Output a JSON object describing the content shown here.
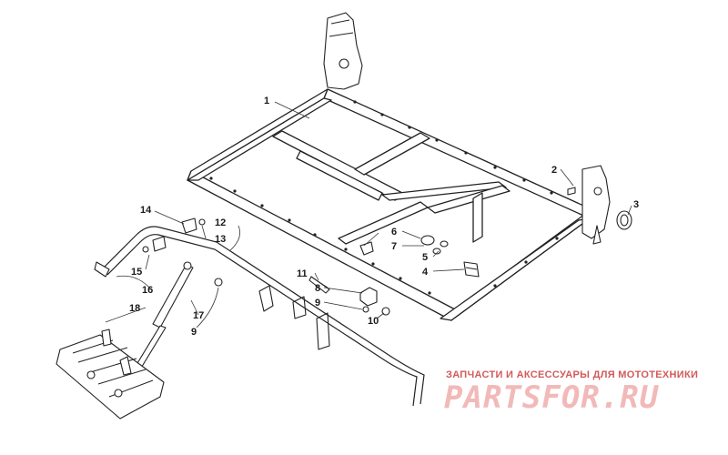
{
  "callouts": [
    {
      "id": "1",
      "label": "1"
    },
    {
      "id": "2",
      "label": "2"
    },
    {
      "id": "3",
      "label": "3"
    },
    {
      "id": "4",
      "label": "4"
    },
    {
      "id": "5",
      "label": "5"
    },
    {
      "id": "6",
      "label": "6"
    },
    {
      "id": "7",
      "label": "7"
    },
    {
      "id": "8",
      "label": "8"
    },
    {
      "id": "9a",
      "label": "9"
    },
    {
      "id": "9b",
      "label": "9"
    },
    {
      "id": "10",
      "label": "10"
    },
    {
      "id": "11",
      "label": "11"
    },
    {
      "id": "12",
      "label": "12"
    },
    {
      "id": "13",
      "label": "13"
    },
    {
      "id": "14",
      "label": "14"
    },
    {
      "id": "15",
      "label": "15"
    },
    {
      "id": "16",
      "label": "16"
    },
    {
      "id": "17",
      "label": "17"
    },
    {
      "id": "18",
      "label": "18"
    }
  ],
  "watermark": {
    "tagline": "ЗАПЧАСТИ И АКСЕССУАРЫ ДЛЯ МОТОТЕХНИКИ",
    "brand": "PARTSFOR.RU",
    "color": "#d25a5a"
  }
}
